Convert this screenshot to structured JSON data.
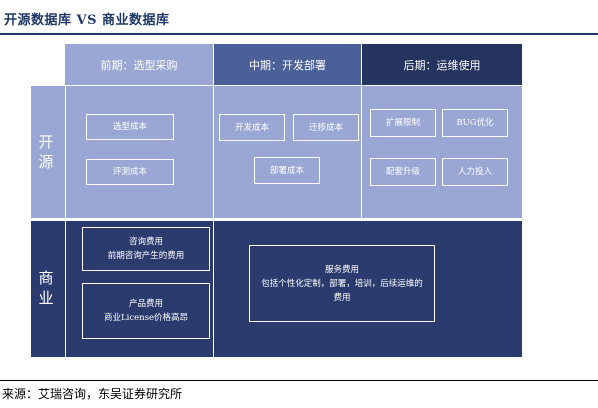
{
  "title": "开源数据库 VS 商业数据库",
  "columns": [
    {
      "label": "前期：选型采购",
      "color": "#9aa7d4"
    },
    {
      "label": "中期：开发部署",
      "color": "#4b5f98"
    },
    {
      "label": "后期：运维使用",
      "color": "#24345e"
    }
  ],
  "rows": {
    "open_source": {
      "label": "开\n源",
      "color": "#9aa7d4"
    },
    "commercial": {
      "label": "商\n业",
      "color": "#2b3b6e"
    }
  },
  "open_source_boxes": {
    "xuanxing": "选型成本",
    "pingce": "评测成本",
    "kaifa": "开发成本",
    "qianyi": "迁移成本",
    "bushu": "部署成本",
    "kuozhan": "扩展限制",
    "bug": "BUG优化",
    "peitao": "配套升级",
    "renli": "人力投入"
  },
  "commercial_boxes": {
    "zixun": "咨询费用\n前期咨询产生的费用",
    "chanpin": "产品费用\n商业License价格高昂",
    "fuwu": "服务费用\n包括个性化定制，部署，培训，后续运维的费用"
  },
  "source": "来源：艾瑞咨询，东吴证券研究所"
}
